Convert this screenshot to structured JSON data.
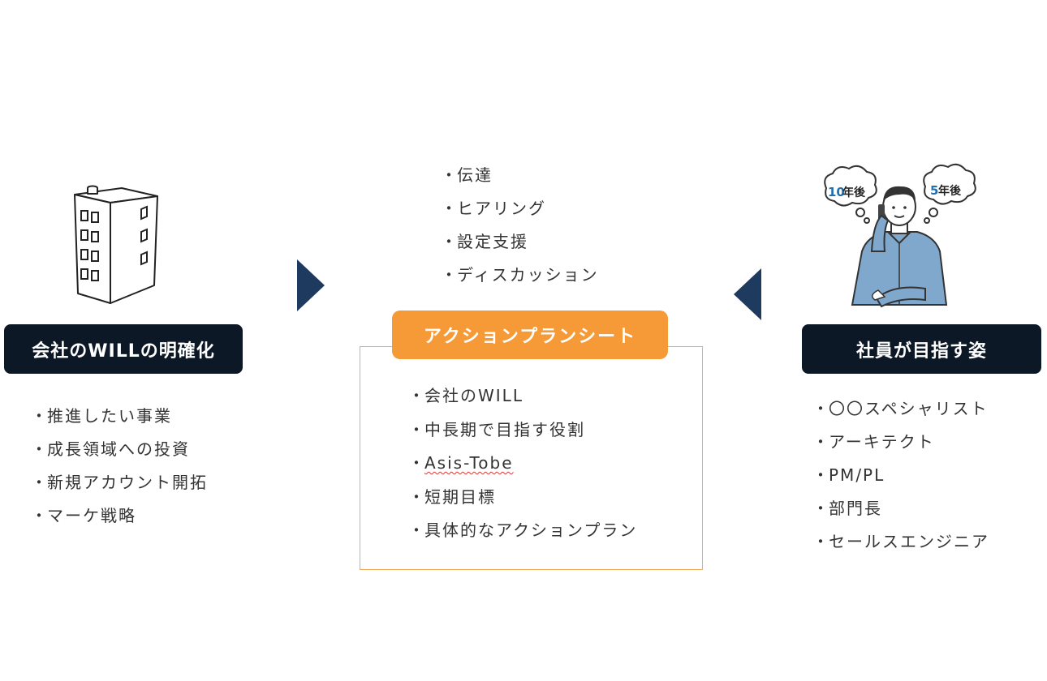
{
  "left": {
    "label": "会社のWILLの明確化",
    "items": [
      "推進したい事業",
      "成長領域への投資",
      "新規アカウント開拓",
      "マーケ戦略"
    ]
  },
  "center": {
    "top_items": [
      "伝達",
      "ヒアリング",
      "設定支援",
      "ディスカッション"
    ],
    "label": "アクションプランシート",
    "items": [
      "会社のWILL",
      "中長期で目指す役割",
      "Asis-Tobe",
      "短期目標",
      "具体的なアクションプラン"
    ]
  },
  "right": {
    "label": "社員が目指す姿",
    "items": [
      "〇〇スペシャリスト",
      "アーキテクト",
      "PM/PL",
      "部門長",
      "セールスエンジニア"
    ],
    "thought_bubbles": [
      "10年後",
      "5年後"
    ]
  },
  "colors": {
    "dark": "#0d1826",
    "orange": "#f59a36",
    "arrow": "#1f3a5f",
    "shirt": "#7fa8cc"
  },
  "icons": [
    "building-icon",
    "person-thinking-icon",
    "arrow-right-icon",
    "arrow-left-icon"
  ]
}
